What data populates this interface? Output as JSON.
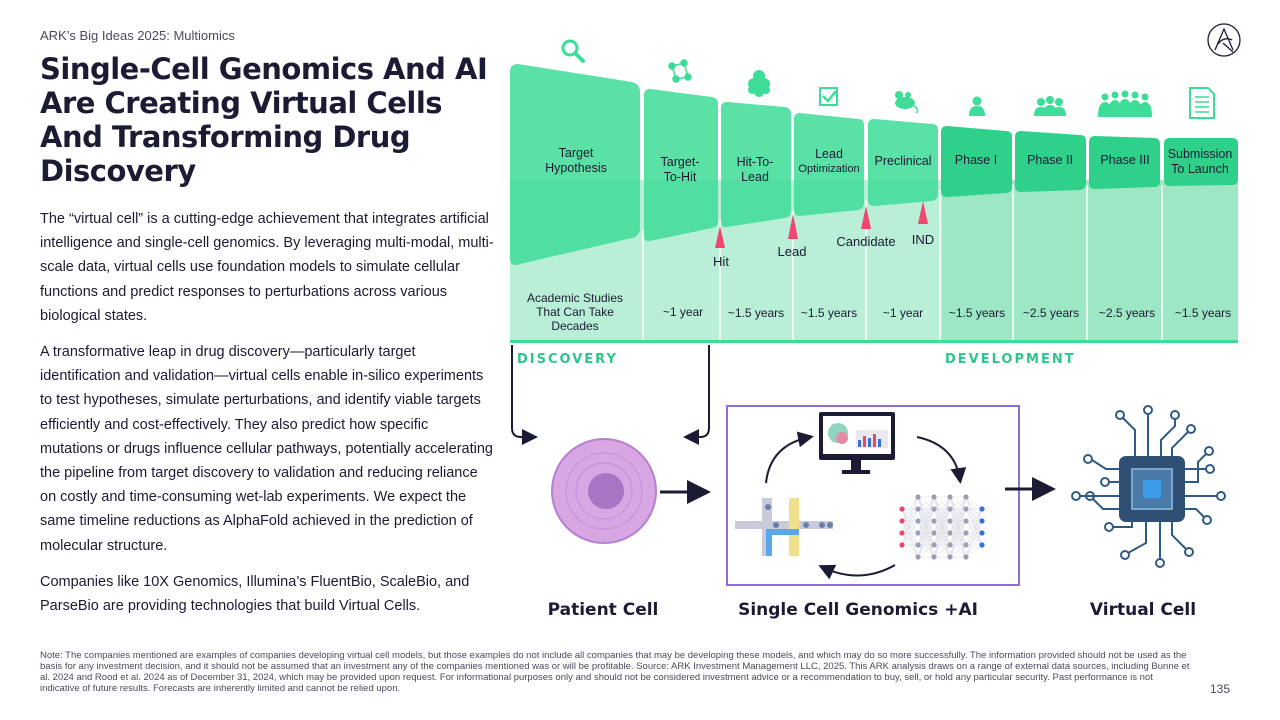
{
  "header": {
    "kicker": "ARK’s Big Ideas 2025: Multiomics"
  },
  "title": "Single-Cell Genomics And AI Are Creating Virtual Cells And Transforming Drug Discovery",
  "body": {
    "p1": "The “virtual cell” is a cutting-edge achievement that integrates artificial intelligence and single-cell genomics. By leveraging multi-modal, multi-scale data, virtual cells use foundation models to simulate cellular functions and predict responses to perturbations across various biological states.",
    "p2": "A transformative leap in drug discovery—particularly target identification and validation—virtual cells enable in-silico experiments to test hypotheses, simulate perturbations, and identify viable targets efficiently and cost-effectively. They also predict how specific mutations or drugs influence cellular pathways, potentially accelerating the pipeline from target discovery to validation and reducing reliance on costly and time-consuming wet-lab experiments. We expect the same timeline reductions as AlphaFold achieved in the prediction of molecular structure.",
    "p3": "Companies like 10X Genomics, Illumina’s FluentBio, ScaleBio, and ParseBio are providing technologies that build Virtual Cells."
  },
  "pipeline": {
    "stages": [
      {
        "line1": "Target",
        "line2": "Hypothesis",
        "icon": "magnifier-icon",
        "duration_line1": "Academic Studies",
        "duration_line2": "That Can Take",
        "duration_line3": "Decades"
      },
      {
        "line1": "Target-",
        "line2": "To-Hit",
        "icon": "molecule-network-icon",
        "duration": "~1 year"
      },
      {
        "line1": "Hit-To-",
        "line2": "Lead",
        "icon": "cell-cluster-icon",
        "duration": "~1.5 years"
      },
      {
        "line1": "Lead",
        "line2": "Optimization",
        "icon": "checkbox-icon",
        "duration": "~1.5 years"
      },
      {
        "line1": "Preclinical",
        "icon": "mouse-icon",
        "duration": "~1 year"
      },
      {
        "line1": "Phase I",
        "icon": "person-icon",
        "duration": "~1.5 years"
      },
      {
        "line1": "Phase II",
        "icon": "group-icon",
        "duration": "~2.5 years"
      },
      {
        "line1": "Phase III",
        "icon": "crowd-icon",
        "duration": "~2.5 years"
      },
      {
        "line1": "Submission",
        "line2": "To Launch",
        "icon": "document-icon",
        "duration": "~1.5 years"
      }
    ],
    "milestones": [
      "Hit",
      "Lead",
      "Candidate",
      "IND"
    ],
    "phases": {
      "discovery": "DISCOVERY",
      "development": "DEVELOPMENT"
    }
  },
  "flow": {
    "patient_cell": "Patient Cell",
    "genomics_ai": "Single Cell Genomics +AI",
    "virtual_cell": "Virtual Cell"
  },
  "footnote": "Note: The companies mentioned are examples of companies developing virtual cell models, but those examples do not include all companies that may be developing these models, and which may do so more successfully. The information provided should not be used as the basis for any investment decision, and it should not be assumed that an investment any of the companies mentioned was or will be profitable. Source: ARK Investment Management LLC, 2025. This ARK analysis draws on a range of external data sources, including Bunne et al. 2024 and Rood et al. 2024 as of December 31, 2024, which may be provided upon request. For informational purposes only and should not be considered investment advice or a recommendation to buy, sell, or hold any particular security. Past performance is not indicative of future results. Forecasts are inherently limited and cannot be relied upon.",
  "page_number": "135",
  "colors": {
    "green_dark": "#3ddc97",
    "green_light": "#b9efd6",
    "navy": "#1b1b33",
    "purple": "#8b6fd6"
  }
}
